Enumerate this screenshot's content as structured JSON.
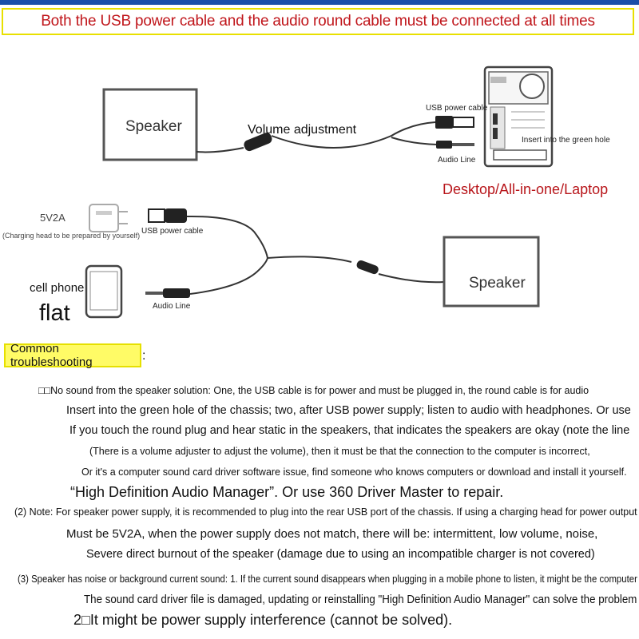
{
  "banner": "Both the USB power cable and the audio round cable must be connected at all times",
  "diagram": {
    "speaker_top": "Speaker",
    "volume_adjustment": "Volume adjustment",
    "usb_power_cable_top": "USB power cable",
    "audio_line_top": "Audio Line",
    "insert_green_hole": "Insert into the green hole",
    "desktop_label": "Desktop/All-in-one/Laptop",
    "charger_rating": "5V2A",
    "charger_note": "(Charging head to be prepared by yourself)",
    "usb_power_cable_bottom": "USB power cable",
    "cell_phone": "cell phone",
    "flat": "flat",
    "audio_line_bottom": "Audio Line",
    "speaker_bottom": "Speaker"
  },
  "troubleshooting": {
    "heading": "Common troubleshooting",
    "colon": ":",
    "lines": [
      "□□No sound from the speaker solution: One, the USB cable is for power and must be plugged in, the round cable is for audio",
      "Insert into the green hole of the chassis; two, after USB power supply; listen to audio with headphones. Or use",
      "If you touch the round plug and hear static in the speakers, that indicates the speakers are okay (note the line",
      "(There is a volume adjuster to adjust the volume), then it must be that the connection to the computer is incorrect,",
      "Or it's a computer sound card driver software issue, find someone who knows computers or download and install it yourself.",
      "“High Definition Audio Manager”. Or use 360 Driver Master to repair.",
      "(2) Note: For speaker power supply, it is recommended to plug into the rear USB port of the chassis. If using a charging head for power output",
      "Must be 5V2A, when the power supply does not match, there will be: intermittent, low volume, noise,",
      "Severe direct burnout of the speaker (damage due to using an incompatible charger is not covered)",
      "(3) Speaker has noise or background current sound: 1. If the current sound disappears when plugging in a mobile phone to listen, it might be the computer",
      "The sound card driver file is damaged, updating or reinstalling \"High Definition Audio Manager\" can solve the problem",
      "2□It might be power supply interference (cannot be solved)."
    ]
  }
}
